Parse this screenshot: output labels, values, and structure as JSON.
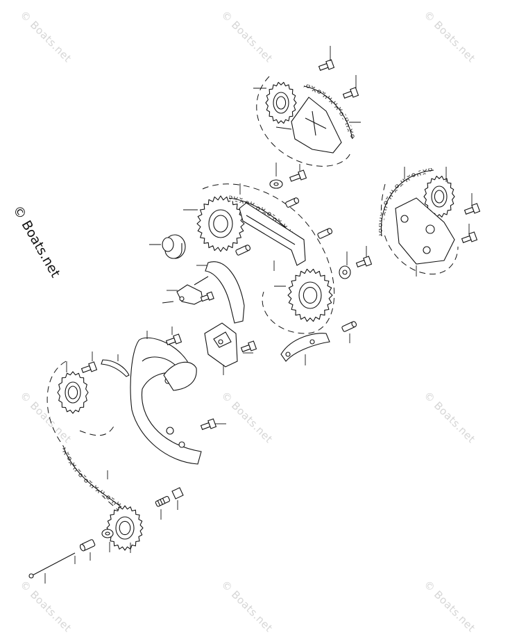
{
  "watermark": {
    "text": "© Boats.net",
    "color": "#d6d6d6"
  },
  "copyright": {
    "text": "© Boats.net"
  },
  "diagram": {
    "type": "exploded-parts-diagram",
    "subject": "timing chain and sprockets",
    "line_color": "#111111"
  }
}
